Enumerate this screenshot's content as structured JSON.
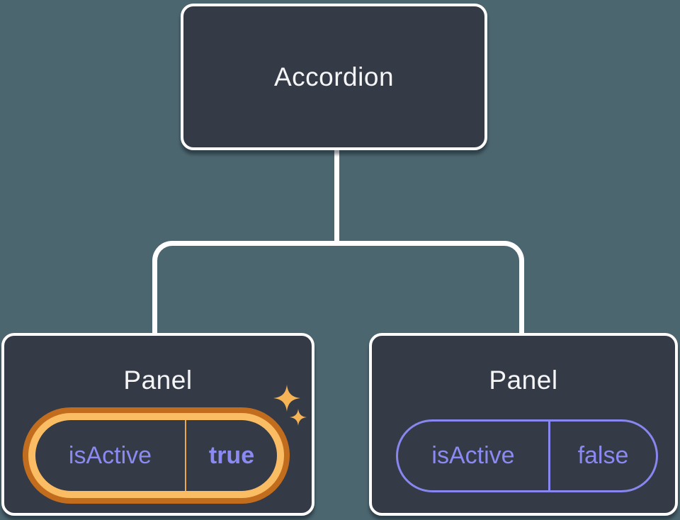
{
  "tree": {
    "root": {
      "label": "Accordion"
    },
    "children": [
      {
        "label": "Panel",
        "prop": {
          "name": "isActive",
          "value": "true"
        },
        "highlighted": true
      },
      {
        "label": "Panel",
        "prop": {
          "name": "isActive",
          "value": "false"
        },
        "highlighted": false
      }
    ]
  },
  "colors": {
    "background": "#4C666F",
    "node_fill": "#343A46",
    "node_border": "#FFFFFF",
    "title_text": "#F5F6F8",
    "prop_purple": "#8A8AF2",
    "pill_border_purple": "#8886EF",
    "highlight_ring_outer": "#C26D1E",
    "highlight_ring_inner": "#FBBD63",
    "highlight_divider": "#ECA850",
    "sparkle": "#F7B457"
  }
}
